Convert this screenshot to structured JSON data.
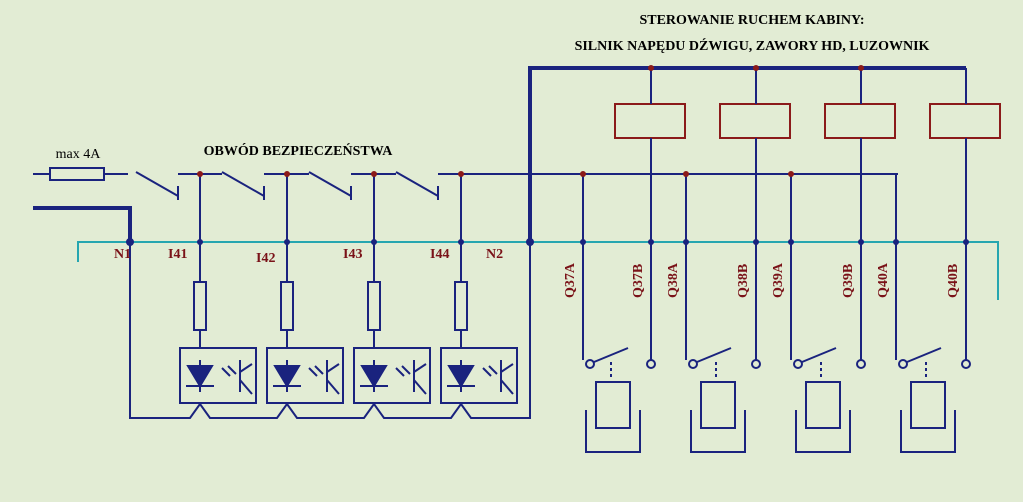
{
  "title": {
    "line1": "STEROWANIE RUCHEM KABINY:",
    "line2": "SILNIK NAPĘDU DŹWIGU,  ZAWORY HD,  LUZOWNIK"
  },
  "fuse_label": "max 4A",
  "safety_circuit_label": "OBWÓD  BEZPIECZEŃSTWA",
  "nodes": {
    "n1": "N1",
    "n2": "N2",
    "inputs": [
      "I41",
      "I42",
      "I43",
      "I44"
    ],
    "outputs": [
      "Q37A",
      "Q37B",
      "Q38A",
      "Q38B",
      "Q39A",
      "Q39B",
      "Q40A",
      "Q40B"
    ]
  },
  "colors": {
    "background": "#e2ecd4",
    "wire": "#1a237e",
    "bus": "#26a6b0",
    "node": "#8b1a1a",
    "label": "#7a1218"
  }
}
